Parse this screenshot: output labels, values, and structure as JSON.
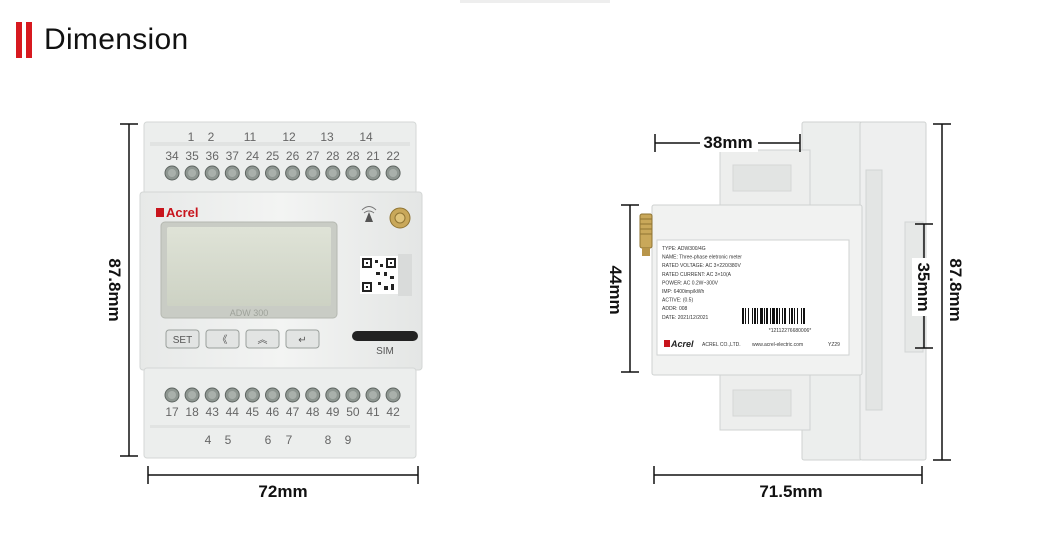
{
  "header": {
    "title": "Dimension",
    "accent_color": "#d7191f"
  },
  "front_view": {
    "top_group_numbers": [
      "1",
      "2",
      "11",
      "12",
      "13",
      "14"
    ],
    "top_terminals": [
      "34",
      "35",
      "36",
      "37",
      "24",
      "25",
      "26",
      "27",
      "28",
      "28",
      "21",
      "22"
    ],
    "brand": "Acrel",
    "model": "ADW 300",
    "buttons": [
      "SET",
      "《",
      "︽",
      "↵"
    ],
    "sim_label": "SIM",
    "bottom_terminals": [
      "17",
      "18",
      "43",
      "44",
      "45",
      "46",
      "47",
      "48",
      "49",
      "50",
      "41",
      "42"
    ],
    "bottom_group_numbers": [
      "4",
      "5",
      "6",
      "7",
      "8",
      "9"
    ],
    "width_label": "72mm",
    "height_label": "87.8mm"
  },
  "side_view": {
    "label_lines": [
      "TYPE:  ADW300/4G",
      "NAME:  Three-phase eletronic meter",
      "RATED VOLTAGE:  AC 3×220/380V",
      "RATED CURRENT:  AC 3×10(A",
      "POWER:  AC 0.2W~300V",
      "IMP:  6400imp/kWh",
      "ACTIVE:  (0.5)",
      "ADDR:  008",
      "DATE:  2021/12/2021"
    ],
    "barcode_number": "*12112276680006*",
    "footer_brand": "Acrel",
    "footer_company": "ACREL CO.,LTD.",
    "footer_site": "www.acrel-electric.com",
    "footer_code": "YZ29",
    "depth_label": "38mm",
    "antenna_height_label": "44mm",
    "rail_label": "35mm",
    "height_label": "87.8mm",
    "width_label": "71.5mm"
  }
}
